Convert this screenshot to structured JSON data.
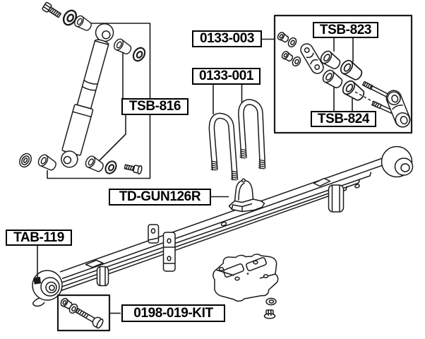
{
  "page": {
    "kind": "exploded suspension parts diagram",
    "background_color": "#ffffff",
    "line_color": "#1a1a1a"
  },
  "labels": [
    {
      "id": "tsb-816",
      "text": "TSB-816"
    },
    {
      "id": "0133-003",
      "text": "0133-003"
    },
    {
      "id": "tsb-823",
      "text": "TSB-823"
    },
    {
      "id": "tsb-824",
      "text": "TSB-824"
    },
    {
      "id": "0133-001",
      "text": "0133-001"
    },
    {
      "id": "td-gun126r",
      "text": "TD-GUN126R"
    },
    {
      "id": "tab-119",
      "text": "TAB-119"
    },
    {
      "id": "0198-019-kit",
      "text": "0198-019-KIT"
    }
  ]
}
